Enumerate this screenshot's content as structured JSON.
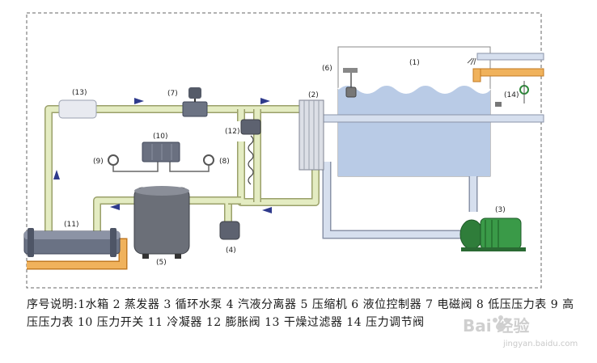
{
  "labels": {
    "c1": "(1)",
    "c2": "(2)",
    "c3": "(3)",
    "c4": "(4)",
    "c5": "(5)",
    "c6": "(6)",
    "c7": "(7)",
    "c8": "(8)",
    "c9": "(9)",
    "c10": "(10)",
    "c11": "(11)",
    "c12": "(12)",
    "c13": "(13)",
    "c14": "(14)"
  },
  "caption": "序号说明:1水箱 2 蒸发器 3 循环水泵 4 汽液分离器 5 压缩机 6 液位控制器 7 电磁阀 8 低压压力表 9 高压压力表 10 压力开关 11 冷凝器 12 膨胀阀 13 干燥过滤器 14 压力调节阀",
  "watermark": {
    "text": "Bai 经验",
    "url": "jingyan.baidu.com"
  },
  "colors": {
    "pipe_refrigerant": "#e4ecc2",
    "pipe_water": "#d6dfee",
    "pipe_hot": "#f0b25c",
    "tank_water": "#b9cbe6",
    "arrow": "#2e3a8c",
    "frame": "#555555"
  }
}
